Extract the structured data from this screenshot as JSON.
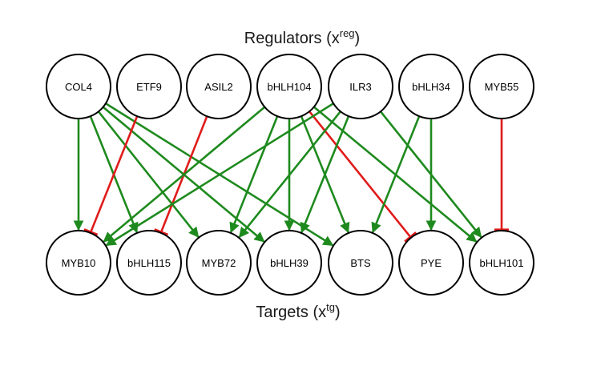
{
  "title_regulators": {
    "text": "Regulators (x",
    "sup": "reg",
    "close": ")"
  },
  "title_targets": {
    "text": "Targets (x",
    "sup": "tg",
    "close": ")"
  },
  "colors": {
    "activation": "#1e8a1e",
    "repression": "#e01b1b"
  },
  "regulators": [
    "COL4",
    "ETF9",
    "ASIL2",
    "bHLH104",
    "ILR3",
    "bHLH34",
    "MYB55"
  ],
  "targets": [
    "MYB10",
    "bHLH115",
    "MYB72",
    "bHLH39",
    "BTS",
    "PYE",
    "bHLH101"
  ],
  "edges": [
    {
      "from": "COL4",
      "to": "MYB10",
      "type": "activation"
    },
    {
      "from": "COL4",
      "to": "bHLH115",
      "type": "activation"
    },
    {
      "from": "COL4",
      "to": "MYB72",
      "type": "activation"
    },
    {
      "from": "COL4",
      "to": "bHLH39",
      "type": "activation"
    },
    {
      "from": "COL4",
      "to": "BTS",
      "type": "activation"
    },
    {
      "from": "ETF9",
      "to": "MYB10",
      "type": "repression"
    },
    {
      "from": "ASIL2",
      "to": "bHLH115",
      "type": "repression"
    },
    {
      "from": "bHLH104",
      "to": "MYB10",
      "type": "activation"
    },
    {
      "from": "bHLH104",
      "to": "MYB72",
      "type": "activation"
    },
    {
      "from": "bHLH104",
      "to": "bHLH39",
      "type": "activation"
    },
    {
      "from": "bHLH104",
      "to": "BTS",
      "type": "activation"
    },
    {
      "from": "bHLH104",
      "to": "PYE",
      "type": "repression"
    },
    {
      "from": "bHLH104",
      "to": "bHLH101",
      "type": "activation"
    },
    {
      "from": "ILR3",
      "to": "MYB10",
      "type": "activation"
    },
    {
      "from": "ILR3",
      "to": "MYB72",
      "type": "activation"
    },
    {
      "from": "ILR3",
      "to": "bHLH39",
      "type": "activation"
    },
    {
      "from": "ILR3",
      "to": "bHLH101",
      "type": "activation"
    },
    {
      "from": "bHLH34",
      "to": "BTS",
      "type": "activation"
    },
    {
      "from": "bHLH34",
      "to": "PYE",
      "type": "activation"
    },
    {
      "from": "MYB55",
      "to": "bHLH101",
      "type": "repression"
    }
  ]
}
